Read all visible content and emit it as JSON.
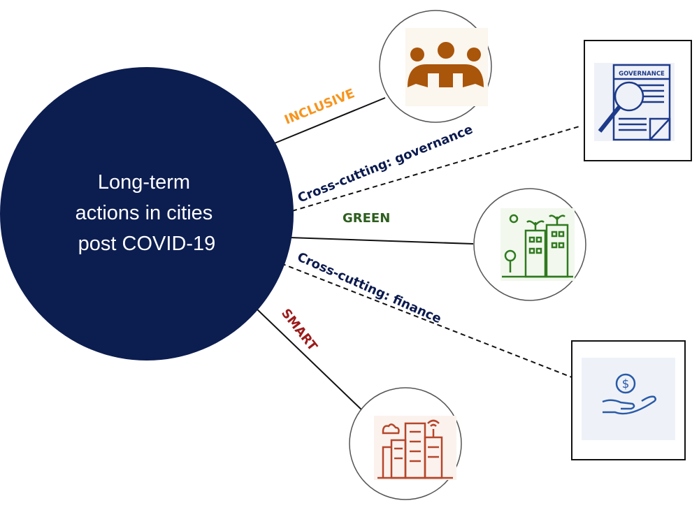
{
  "center": {
    "lines": [
      "Long-term",
      "actions in cities",
      "post COVID-19"
    ]
  },
  "branches": {
    "inclusive": {
      "label": "INCLUSIVE",
      "color": "#f7941d",
      "icon": "people-group-icon"
    },
    "governance": {
      "label": "Cross-cutting: governance",
      "color": "#0b1a4e",
      "icon": "governance-document-magnifier-icon",
      "icon_text": "GOVERNANCE"
    },
    "green": {
      "label": "GREEN",
      "color": "#2e5e1e",
      "icon": "green-buildings-icon"
    },
    "finance": {
      "label": "Cross-cutting: finance",
      "color": "#0b1a4e",
      "icon": "hand-coin-dollar-icon"
    },
    "smart": {
      "label": "SMART",
      "color": "#9b1b1b",
      "icon": "smart-building-icon"
    }
  },
  "colors": {
    "center_fill": "#0c1d50",
    "inclusive_icon": "#a9550a",
    "governance_icon": "#1d3a8a",
    "green_icon": "#2f7a1f",
    "finance_icon": "#2a5aa8",
    "smart_icon": "#b5462a"
  }
}
